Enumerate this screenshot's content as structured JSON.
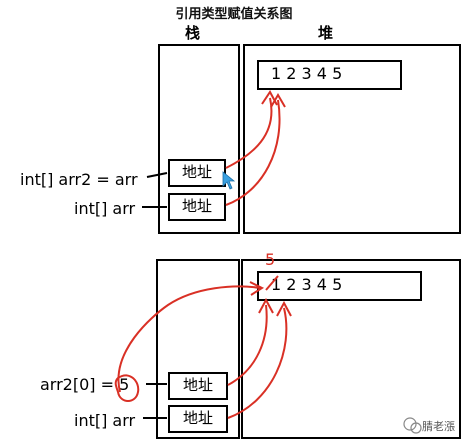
{
  "title": "引用类型赋值关系图",
  "headers": {
    "stack": "栈",
    "heap": "堆"
  },
  "diagram1": {
    "array_text": "1 2 3 4 5",
    "address_top": "地址",
    "address_bottom": "地址",
    "label_top": "int[] arr2 = arr",
    "label_bottom": "int[] arr"
  },
  "diagram2": {
    "array_text": "1 2 3 4 5",
    "overwrite_value": "5",
    "address_top": "地址",
    "address_bottom": "地址",
    "label_top_prefix": "arr2[0] = ",
    "label_top_value": "5",
    "label_bottom": "int[] arr"
  },
  "watermark": "腈老漲",
  "colors": {
    "ink": "#000000",
    "annotation_red": "#d93025",
    "cursor_blue": "#3aa0e0"
  }
}
